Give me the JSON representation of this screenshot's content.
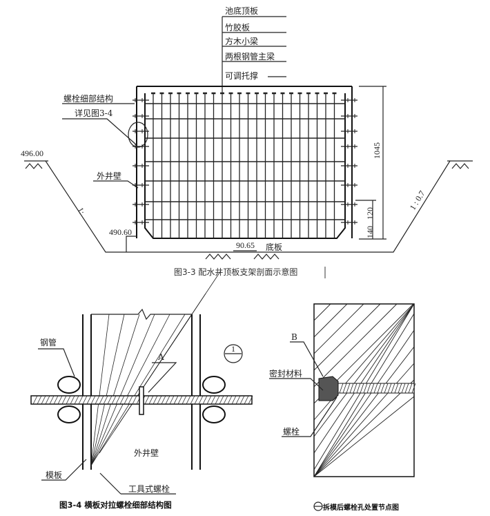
{
  "figure_3_3": {
    "labels": {
      "pool_top_slab": "池底顶板",
      "bamboo_plywood": "竹胶板",
      "timber_joist": "方木小梁",
      "double_steel_pipe_beam": "两根钢管主梁",
      "adjustable_support": "可调托撑",
      "bolt_detail": "螺栓细部结构",
      "see_figure": "详见图3-4",
      "outer_wall": "外井壁",
      "bottom_slab": "底板"
    },
    "elevations": {
      "top": "496.00",
      "bottom": "490.60"
    },
    "dimensions": {
      "height": "1045",
      "d140": "140",
      "d120": "120",
      "spacing": "90.65"
    },
    "slopes": {
      "left": "1:",
      "right": "1 : 0.7"
    },
    "caption": "图3-3  配水井顶板支架剖面示意图"
  },
  "figure_3_4": {
    "labels": {
      "steel_pipe": "钢管",
      "detail_a": "A",
      "section_mark": "1",
      "outer_wall": "外井壁",
      "formwork": "模板",
      "tool_bolt": "工具式螺栓"
    },
    "caption": "图3-4  横板对拉螺栓细部结构图"
  },
  "node_detail": {
    "labels": {
      "detail_b": "B",
      "sealant": "密封材料",
      "bolt": "螺栓"
    },
    "caption": "拆模后螺栓孔处置节点图"
  }
}
